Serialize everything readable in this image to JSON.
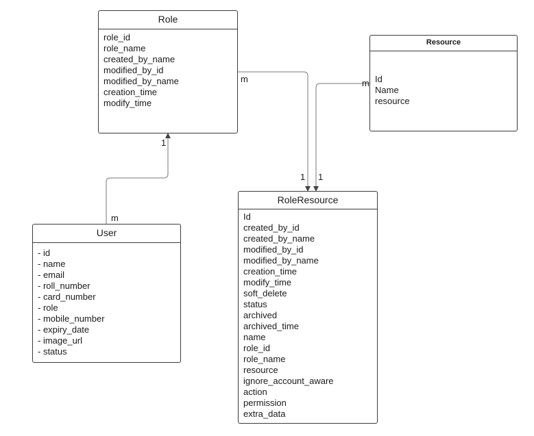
{
  "entities": {
    "role": {
      "title": "Role",
      "attributes": [
        "role_id",
        "role_name",
        "created_by_name",
        "modified_by_id",
        "modified_by_name",
        "creation_time",
        "modify_time"
      ]
    },
    "resource": {
      "title": "Resource",
      "attributes": [
        "Id",
        "Name",
        "resource"
      ]
    },
    "user": {
      "title": "User",
      "attributes": [
        "- id",
        "- name",
        "- email",
        "- roll_number",
        "- card_number",
        "- role",
        "- mobile_number",
        "- expiry_date",
        "- image_url",
        "- status"
      ]
    },
    "role_resource": {
      "title": "RoleResource",
      "attributes": [
        "Id",
        "created_by_id",
        "created_by_name",
        "modified_by_id",
        "modified_by_name",
        "creation_time",
        "modify_time",
        "soft_delete",
        "status",
        "archived",
        "archived_time",
        "name",
        "role_id",
        "role_name",
        "resource",
        "ignore_account_aware",
        "action",
        "permission",
        "extra_data"
      ]
    }
  },
  "relations": {
    "role_roleresource": {
      "from_label": "m",
      "to_label": "1"
    },
    "resource_roleresource": {
      "from_label": "m",
      "to_label": "1"
    },
    "user_role": {
      "from_label": "m",
      "to_label": "1"
    }
  }
}
